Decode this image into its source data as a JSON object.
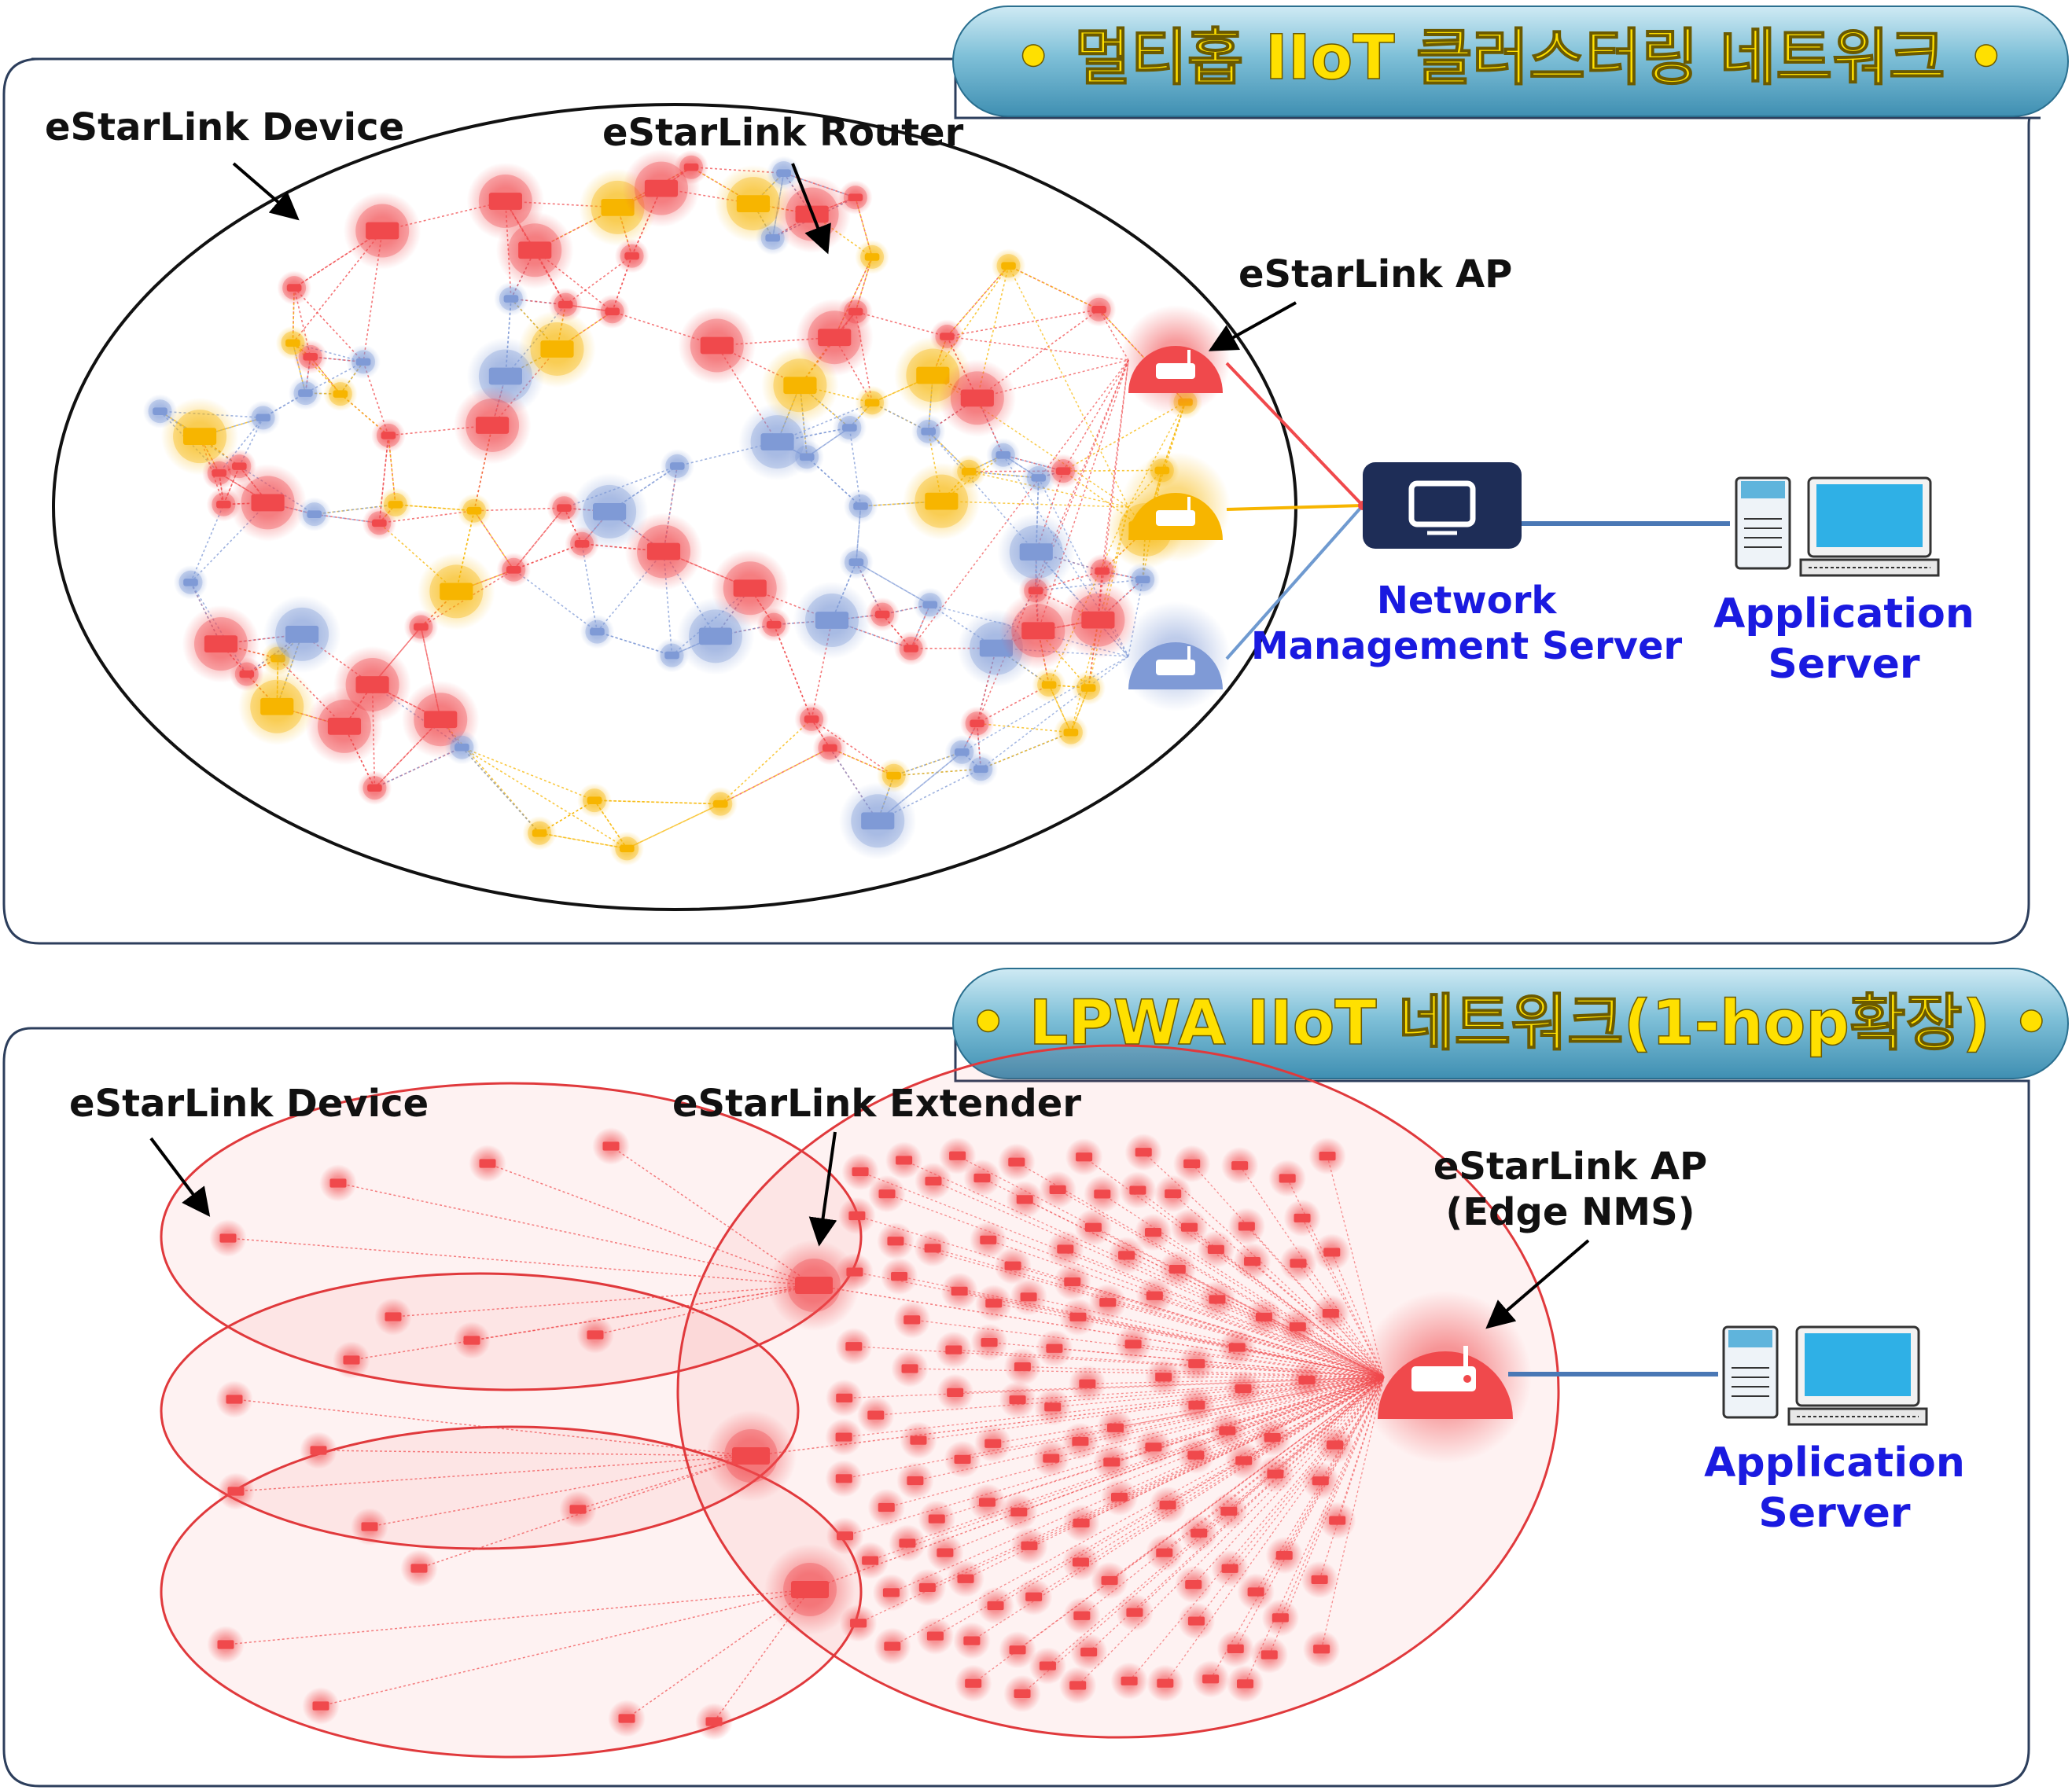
{
  "colors": {
    "router": "#f0494c",
    "device_yellow": "#f7b500",
    "device_blue": "#7f9ad6",
    "title_text": "#ffe000",
    "label_blue": "#1a1ae0",
    "nms_box": "#1e2d57"
  },
  "icons": [
    "router-icon",
    "monitor-icon",
    "computer-icon"
  ],
  "top": {
    "title": "• 멀티홉 IIoT 클러스터링 네트워크 •",
    "device_label": "eStarLink Device",
    "router_label": "eStarLink Router",
    "ap_label": "eStarLink AP",
    "nms_label_1": "Network",
    "nms_label_2": "Management Server",
    "app_label_1": "Application",
    "app_label_2": "Server"
  },
  "bottom": {
    "title": "• LPWA IIoT 네트워크(1-hop확장) •",
    "device_label": "eStarLink Device",
    "extender_label": "eStarLink Extender",
    "ap_label_1": "eStarLink AP",
    "ap_label_2": "(Edge NMS)",
    "app_label_1": "Application",
    "app_label_2": "Server"
  }
}
